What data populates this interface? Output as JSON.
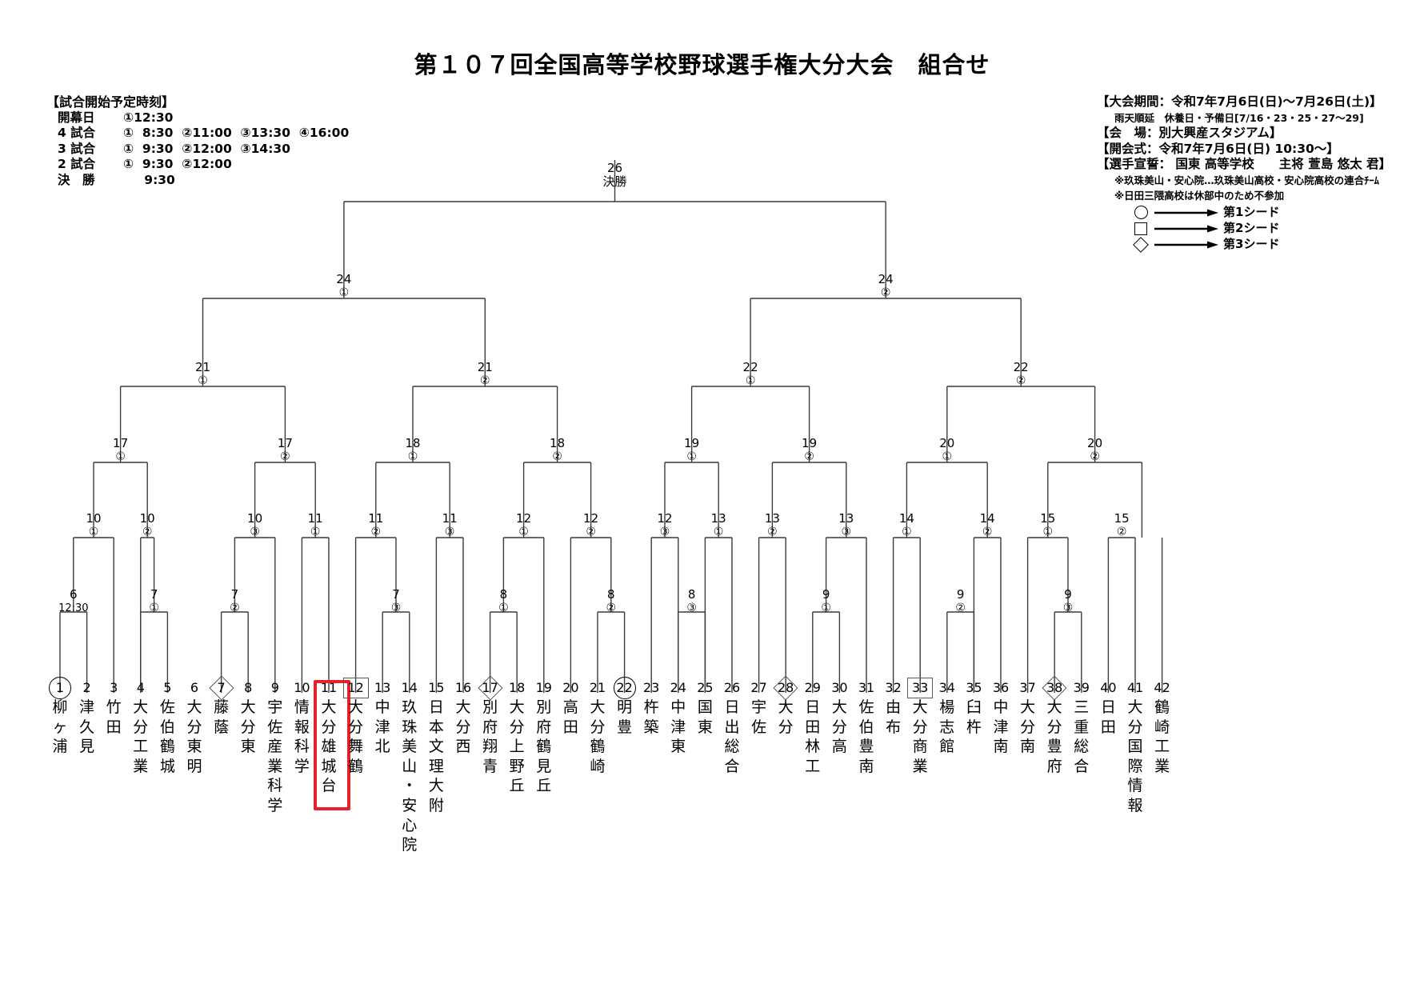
{
  "title": "第１０７回全国高等学校野球選手権大分大会　組合せ",
  "info_left": {
    "heading": "【試合開始予定時刻】",
    "rows": [
      {
        "label": "開幕日",
        "value": "①12:30"
      },
      {
        "label": "4 試合",
        "value": "①  8:30  ②11:00  ③13:30  ④16:00"
      },
      {
        "label": "3 試合",
        "value": "①  9:30  ②12:00  ③14:30"
      },
      {
        "label": "2 試合",
        "value": "①  9:30  ②12:00"
      },
      {
        "label": "決　勝",
        "value": "　  9:30"
      }
    ]
  },
  "info_right": {
    "period": "【大会期間：令和7年7月6日(日)〜7月26日(土)】",
    "rain": "雨天順延　休養日・予備日[7/16・23・25・27〜29]",
    "venue": "【会　場：別大興産スタジアム】",
    "opening": "【開会式：令和7年7月6日(日) 10:30〜】",
    "oath": "【選手宣誓：  国東  高等学校　　主将  萱島  悠太 君】",
    "note1": "※玖珠美山・安心院…玖珠美山高校・安心院高校の連合ﾁｰﾑ",
    "note2": "※日田三隈高校は休部中のため不参加",
    "legend": [
      {
        "symbol": "circle",
        "label": "第1シード"
      },
      {
        "symbol": "square",
        "label": "第2シード"
      },
      {
        "symbol": "diamond",
        "label": "第3シード"
      }
    ]
  },
  "bracket": {
    "final": {
      "day": "26",
      "label": "決勝"
    },
    "semifinals": [
      {
        "day": "24",
        "game": "①"
      },
      {
        "day": "24",
        "game": "②"
      }
    ],
    "quarterfinals": [
      {
        "day": "21",
        "game": "①"
      },
      {
        "day": "21",
        "game": "②"
      },
      {
        "day": "22",
        "game": "①"
      },
      {
        "day": "22",
        "game": "②"
      }
    ],
    "round16": [
      {
        "day": "17",
        "game": "①"
      },
      {
        "day": "17",
        "game": "②"
      },
      {
        "day": "18",
        "game": "①"
      },
      {
        "day": "18",
        "game": "②"
      },
      {
        "day": "19",
        "game": "①"
      },
      {
        "day": "19",
        "game": "②"
      },
      {
        "day": "20",
        "game": "①"
      },
      {
        "day": "20",
        "game": "②"
      }
    ],
    "round32": [
      {
        "day": "10",
        "game": "①"
      },
      {
        "day": "10",
        "game": "②"
      },
      {
        "day": "10",
        "game": "③"
      },
      {
        "day": "11",
        "game": "①"
      },
      {
        "day": "11",
        "game": "②"
      },
      {
        "day": "11",
        "game": "③"
      },
      {
        "day": "12",
        "game": "①"
      },
      {
        "day": "12",
        "game": "②"
      },
      {
        "day": "12",
        "game": "③"
      },
      {
        "day": "13",
        "game": "①"
      },
      {
        "day": "13",
        "game": "②"
      },
      {
        "day": "13",
        "game": "③"
      },
      {
        "day": "14",
        "game": "①"
      },
      {
        "day": "14",
        "game": "②"
      },
      {
        "day": "15",
        "game": "①"
      },
      {
        "day": "15",
        "game": "②"
      }
    ],
    "round1": [
      {
        "day": "6",
        "game": "12:30"
      },
      {
        "day": "7",
        "game": "①"
      },
      {
        "day": "7",
        "game": "②"
      },
      {
        "day": "7",
        "game": "③"
      },
      {
        "day": "8",
        "game": "①"
      },
      {
        "day": "8",
        "game": "②"
      },
      {
        "day": "8",
        "game": "③"
      },
      {
        "day": "9",
        "game": "①"
      },
      {
        "day": "9",
        "game": "②"
      },
      {
        "day": "9",
        "game": "③"
      }
    ]
  },
  "teams": [
    {
      "no": "1",
      "name": "柳ヶ浦",
      "seed": "circle",
      "highlight": false
    },
    {
      "no": "2",
      "name": "津久見",
      "seed": "none",
      "highlight": false
    },
    {
      "no": "3",
      "name": "竹田",
      "seed": "none",
      "highlight": false
    },
    {
      "no": "4",
      "name": "大分工業",
      "seed": "none",
      "highlight": false
    },
    {
      "no": "5",
      "name": "佐伯鶴城",
      "seed": "none",
      "highlight": false
    },
    {
      "no": "6",
      "name": "大分東明",
      "seed": "none",
      "highlight": false
    },
    {
      "no": "7",
      "name": "藤蔭",
      "seed": "diamond",
      "highlight": false
    },
    {
      "no": "8",
      "name": "大分東",
      "seed": "none",
      "highlight": false
    },
    {
      "no": "9",
      "name": "宇佐産業科学",
      "seed": "none",
      "highlight": false
    },
    {
      "no": "10",
      "name": "情報科学",
      "seed": "none",
      "highlight": false
    },
    {
      "no": "11",
      "name": "大分雄城台",
      "seed": "none",
      "highlight": true
    },
    {
      "no": "12",
      "name": "大分舞鶴",
      "seed": "square",
      "highlight": false
    },
    {
      "no": "13",
      "name": "中津北",
      "seed": "none",
      "highlight": false
    },
    {
      "no": "14",
      "name": "玖珠美山・安心院",
      "seed": "none",
      "highlight": false
    },
    {
      "no": "15",
      "name": "日本文理大附",
      "seed": "none",
      "highlight": false
    },
    {
      "no": "16",
      "name": "大分西",
      "seed": "none",
      "highlight": false
    },
    {
      "no": "17",
      "name": "別府翔青",
      "seed": "diamond",
      "highlight": false
    },
    {
      "no": "18",
      "name": "大分上野丘",
      "seed": "none",
      "highlight": false
    },
    {
      "no": "19",
      "name": "別府鶴見丘",
      "seed": "none",
      "highlight": false
    },
    {
      "no": "20",
      "name": "高田",
      "seed": "none",
      "highlight": false
    },
    {
      "no": "21",
      "name": "大分鶴崎",
      "seed": "none",
      "highlight": false
    },
    {
      "no": "22",
      "name": "明豊",
      "seed": "circle",
      "highlight": false
    },
    {
      "no": "23",
      "name": "杵築",
      "seed": "none",
      "highlight": false
    },
    {
      "no": "24",
      "name": "中津東",
      "seed": "none",
      "highlight": false
    },
    {
      "no": "25",
      "name": "国東",
      "seed": "none",
      "highlight": false
    },
    {
      "no": "26",
      "name": "日出総合",
      "seed": "none",
      "highlight": false
    },
    {
      "no": "27",
      "name": "宇佐",
      "seed": "none",
      "highlight": false
    },
    {
      "no": "28",
      "name": "大分",
      "seed": "diamond",
      "highlight": false
    },
    {
      "no": "29",
      "name": "日田林工",
      "seed": "none",
      "highlight": false
    },
    {
      "no": "30",
      "name": "大分高",
      "seed": "none",
      "highlight": false
    },
    {
      "no": "31",
      "name": "佐伯豊南",
      "seed": "none",
      "highlight": false
    },
    {
      "no": "32",
      "name": "由布",
      "seed": "none",
      "highlight": false
    },
    {
      "no": "33",
      "name": "大分商業",
      "seed": "square",
      "highlight": false
    },
    {
      "no": "34",
      "name": "楊志館",
      "seed": "none",
      "highlight": false
    },
    {
      "no": "35",
      "name": "臼杵",
      "seed": "none",
      "highlight": false
    },
    {
      "no": "36",
      "name": "中津南",
      "seed": "none",
      "highlight": false
    },
    {
      "no": "37",
      "name": "大分南",
      "seed": "none",
      "highlight": false
    },
    {
      "no": "38",
      "name": "大分豊府",
      "seed": "diamond",
      "highlight": false
    },
    {
      "no": "39",
      "name": "三重総合",
      "seed": "none",
      "highlight": false
    },
    {
      "no": "40",
      "name": "日田",
      "seed": "none",
      "highlight": false
    },
    {
      "no": "41",
      "name": "大分国際情報",
      "seed": "none",
      "highlight": false
    },
    {
      "no": "42",
      "name": "鶴崎工業",
      "seed": "none",
      "highlight": false
    }
  ]
}
